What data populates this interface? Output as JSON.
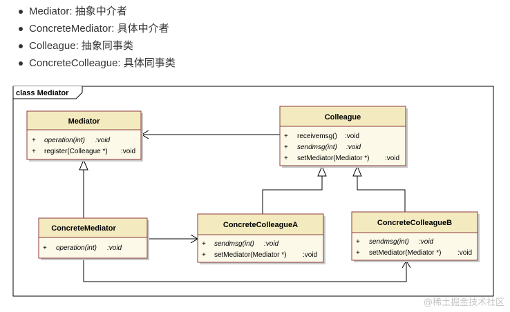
{
  "bullets": [
    {
      "name": "Mediator",
      "desc": "抽象中介者"
    },
    {
      "name": "ConcreteMediator",
      "desc": "具体中介者"
    },
    {
      "name": "Colleague",
      "desc": "抽象同事类"
    },
    {
      "name": "ConcreteColleague",
      "desc": "具体同事类"
    }
  ],
  "diagram": {
    "frame_label": "class Mediator",
    "classes": {
      "mediator": {
        "name": "Mediator",
        "ops": [
          {
            "vis": "+",
            "name": "operation(int)",
            "ret": ":void"
          },
          {
            "vis": "+",
            "name": "register(Colleague *)",
            "ret": ":void"
          }
        ]
      },
      "colleague": {
        "name": "Colleague",
        "ops": [
          {
            "vis": "+",
            "name": "receivemsg()",
            "ret": ":void"
          },
          {
            "vis": "+",
            "name": "sendmsg(int)",
            "ret": ":void"
          },
          {
            "vis": "+",
            "name": "setMediator(Mediator *)",
            "ret": ":void"
          }
        ]
      },
      "concrete_mediator": {
        "name": "ConcreteMediator",
        "ops": [
          {
            "vis": "+",
            "name": "operation(int)",
            "ret": ":void"
          }
        ]
      },
      "concrete_colleague_a": {
        "name": "ConcreteColleagueA",
        "ops": [
          {
            "vis": "+",
            "name": "sendmsg(int)",
            "ret": ":void"
          },
          {
            "vis": "+",
            "name": "setMediator(Mediator *)",
            "ret": ":void"
          }
        ]
      },
      "concrete_colleague_b": {
        "name": "ConcreteColleagueB",
        "ops": [
          {
            "vis": "+",
            "name": "sendmsg(int)",
            "ret": ":void"
          },
          {
            "vis": "+",
            "name": "setMediator(Mediator *)",
            "ret": ":void"
          }
        ]
      }
    },
    "colors": {
      "title_fill": "#f4eac0",
      "body_fill": "#fcf9e8",
      "border": "#8c3a3a",
      "shadow": "#c8c8c8",
      "line": "#000000"
    }
  },
  "watermark": "@稀土掘金技术社区"
}
